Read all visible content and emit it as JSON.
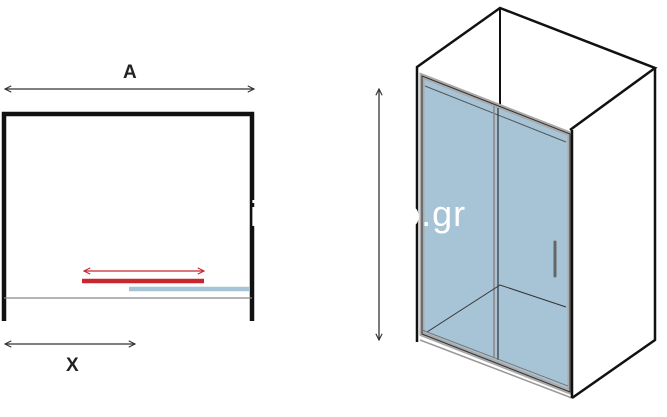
{
  "labels": {
    "width": "A",
    "opening": "X"
  },
  "watermark": "i        :gdo.gr",
  "colors": {
    "outline": "#111111",
    "glass": "#a7c3d6",
    "frame": "#b0b0b0",
    "red_panel": "#c8282d",
    "blue_panel": "#a7c3d6"
  }
}
